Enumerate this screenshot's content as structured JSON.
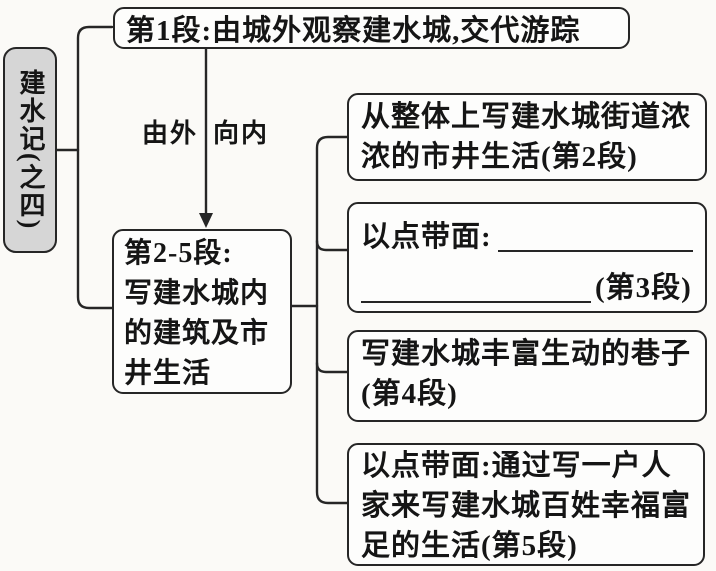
{
  "figure": {
    "root_label": "建水记(之四)",
    "stage1": "第1段:由城外观察建水城,交代游踪",
    "transition": {
      "outer_label": "由外",
      "inner_label": "向内"
    },
    "stage2_5": {
      "line1": "第2-5段:",
      "line2": "写建水城内",
      "line3": "的建筑及市",
      "line4": "井生活"
    },
    "details": [
      {
        "line1": "从整体上写建水城街道浓",
        "line2": "浓的市井生活(第2段)"
      },
      {
        "prefix": "以点带面:",
        "suffix": "(第3段)"
      },
      {
        "line1": "写建水城丰富生动的巷子",
        "line2": "(第4段)"
      },
      {
        "line1": "以点带面:通过写一户人",
        "line2": "家来写建水城百姓幸福富",
        "line3": "足的生活(第5段)"
      }
    ],
    "colors": {
      "ink": "#262626",
      "root_fill": "#d6d6d6",
      "paper": "#fbfaf7"
    }
  }
}
